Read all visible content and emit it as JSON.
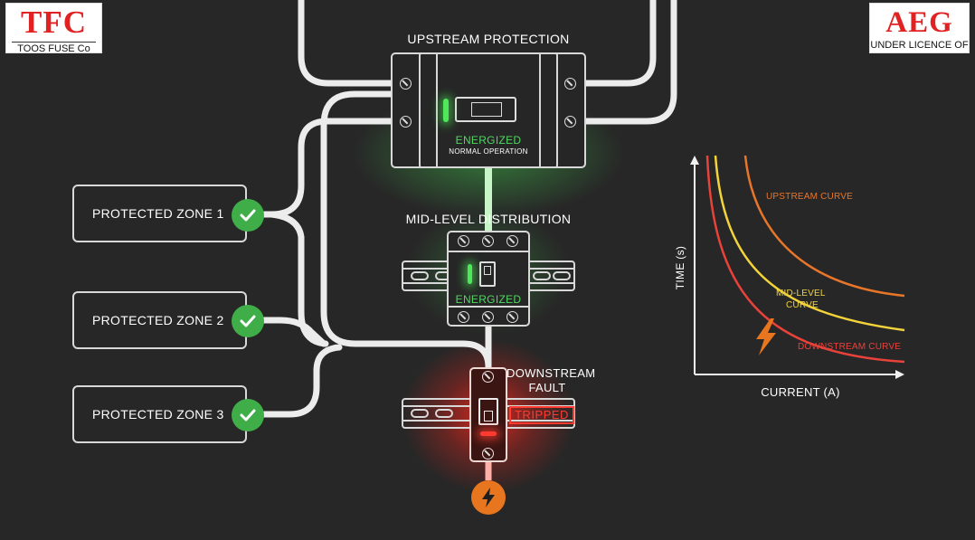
{
  "logos": {
    "left": {
      "brand": "TFC",
      "subtitle": "TOOS FUSE Co"
    },
    "right": {
      "brand": "AEG",
      "subtitle": "UNDER LICENCE OF"
    }
  },
  "upstream": {
    "title": "UPSTREAM PROTECTION",
    "status": "ENERGIZED",
    "detail": "NORMAL OPERATION"
  },
  "midlevel": {
    "title": "MID-LEVEL DISTRIBUTION",
    "status": "ENERGIZED"
  },
  "downstream": {
    "title_line1": "DOWNSTREAM",
    "title_line2": "FAULT",
    "status": "TRIPPED"
  },
  "zones": [
    {
      "label": "PROTECTED ZONE 1"
    },
    {
      "label": "PROTECTED ZONE 2"
    },
    {
      "label": "PROTECTED ZONE 3"
    }
  ],
  "colors": {
    "energized": "#4fd860",
    "fault": "#ff3b30",
    "check": "#3fae49",
    "bolt": "#e8761e",
    "upstream_curve": "#e8762a",
    "midlevel_curve": "#f2d33a",
    "downstream_curve": "#e8423a"
  },
  "icons": {
    "check": "check-mark-icon",
    "fault": "lightning-bolt-icon",
    "screw": "screw-terminal-icon"
  },
  "chart_data": {
    "type": "line",
    "xlabel": "CURRENT (A)",
    "ylabel": "TIME (s)",
    "grid": false,
    "series": [
      {
        "name": "UPSTREAM CURVE",
        "color": "#e8762a"
      },
      {
        "name": "MID-LEVEL CURVE",
        "name_line1": "MID-LEVEL",
        "name_line2": "CURVE",
        "color": "#f2d33a"
      },
      {
        "name": "DOWNSTREAM CURVE",
        "color": "#e8423a"
      }
    ]
  }
}
